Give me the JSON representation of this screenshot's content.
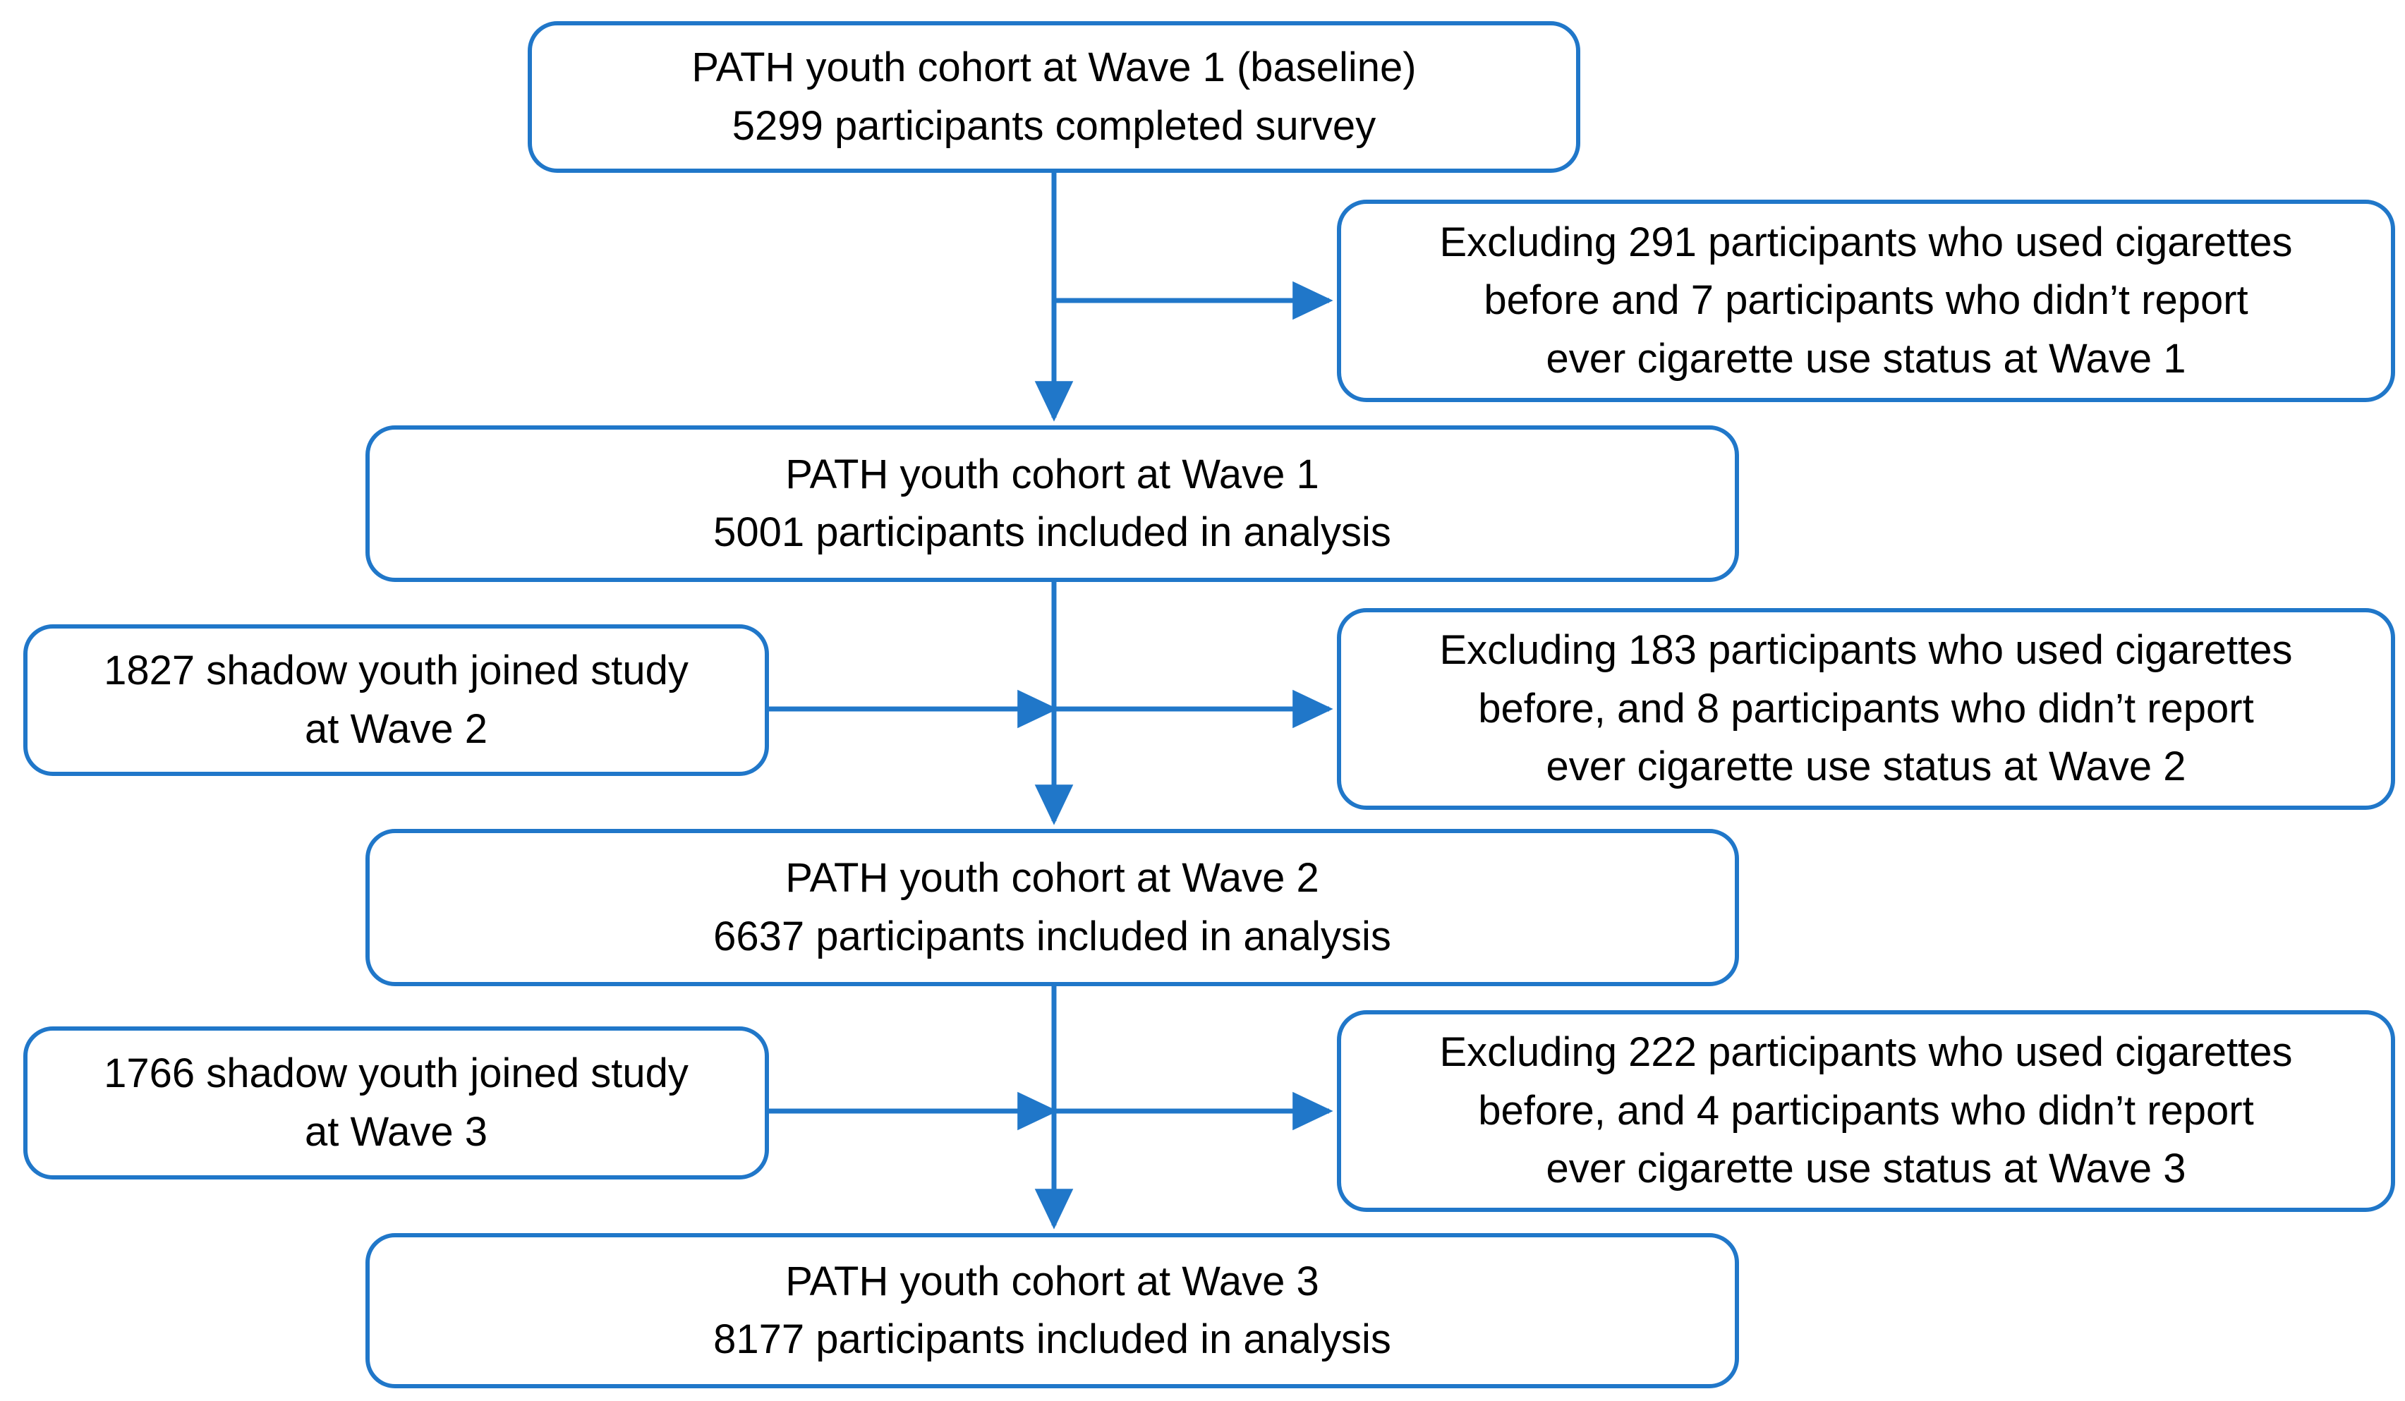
{
  "diagram": {
    "title": "PATH youth cohort participant flow across Waves 1-3",
    "accent_color": "#2077C9",
    "text_color": "#000000",
    "background_color": "#FFFFFF"
  },
  "nodes": {
    "baseline": {
      "id": "baseline",
      "lines": [
        "PATH youth cohort at Wave 1 (baseline)",
        "5299 participants completed survey"
      ]
    },
    "exclusion_w1": {
      "id": "exclusion_w1",
      "lines": [
        "Excluding 291 participants who used cigarettes",
        "before and 7 participants who didn’t report",
        "ever cigarette use status at Wave 1"
      ]
    },
    "wave1": {
      "id": "wave1",
      "lines": [
        "PATH youth cohort at Wave 1",
        "5001 participants included in analysis"
      ]
    },
    "shadow_w2": {
      "id": "shadow_w2",
      "lines": [
        "1827 shadow youth joined study",
        "at Wave 2"
      ]
    },
    "exclusion_w2": {
      "id": "exclusion_w2",
      "lines": [
        "Excluding 183 participants who used cigarettes",
        "before, and 8 participants who didn’t report",
        "ever cigarette use status at Wave 2"
      ]
    },
    "wave2": {
      "id": "wave2",
      "lines": [
        "PATH youth cohort at Wave 2",
        "6637 participants included in analysis"
      ]
    },
    "shadow_w3": {
      "id": "shadow_w3",
      "lines": [
        "1766 shadow youth joined study",
        "at Wave 3"
      ]
    },
    "exclusion_w3": {
      "id": "exclusion_w3",
      "lines": [
        "Excluding 222 participants who used cigarettes",
        "before, and 4 participants who didn’t report",
        "ever cigarette use status at Wave 3"
      ]
    },
    "wave3": {
      "id": "wave3",
      "lines": [
        "PATH youth cohort at Wave 3",
        "8177 participants included in analysis"
      ]
    }
  },
  "connectors": [
    {
      "name": "baseline-to-wave1",
      "from": "baseline",
      "to": "wave1",
      "style": "vertical-arrow"
    },
    {
      "name": "baseline-to-exclusion-w1",
      "from": "baseline",
      "to": "exclusion_w1",
      "style": "branch-right-arrow"
    },
    {
      "name": "wave1-to-wave2",
      "from": "wave1",
      "to": "wave2",
      "style": "vertical-arrow"
    },
    {
      "name": "shadow-w2-to-spine",
      "from": "shadow_w2",
      "to": "wave2",
      "style": "horizontal-arrow"
    },
    {
      "name": "wave1-to-exclusion-w2",
      "from": "wave1",
      "to": "exclusion_w2",
      "style": "branch-right-arrow"
    },
    {
      "name": "wave2-to-wave3",
      "from": "wave2",
      "to": "wave3",
      "style": "vertical-arrow"
    },
    {
      "name": "shadow-w3-to-spine",
      "from": "shadow_w3",
      "to": "wave3",
      "style": "horizontal-arrow"
    },
    {
      "name": "wave2-to-exclusion-w3",
      "from": "wave2",
      "to": "exclusion_w3",
      "style": "branch-right-arrow"
    }
  ]
}
